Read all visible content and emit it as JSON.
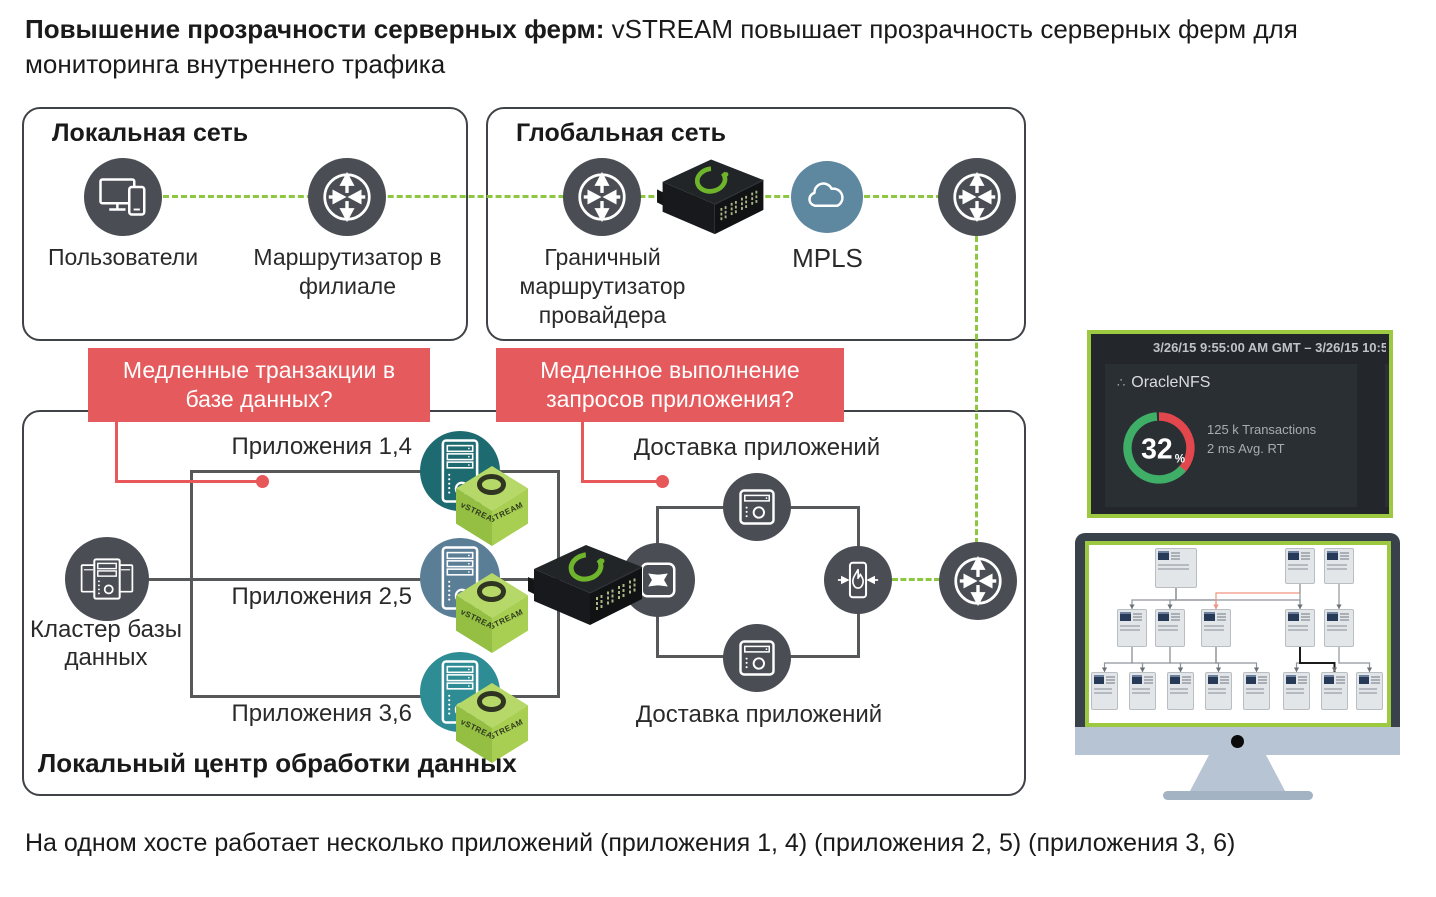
{
  "page": {
    "title_bold": "Повышение прозрачности серверных ферм:",
    "title_rest": "vSTREAM повышает прозрачность серверных ферм для",
    "title_line2": "мониторинга внутреннего трафика",
    "footer": "На одном хосте работает несколько приложений (приложения 1, 4) (приложения 2, 5) (приложения 3, 6)"
  },
  "lan": {
    "title": "Локальная сеть",
    "users_label": "Пользователи",
    "router_label": "Маршрутизатор в филиале"
  },
  "wan": {
    "title": "Глобальная сеть",
    "edge_router_label": "Граничный маршрутизатор провайдера",
    "mpls_label": "MPLS"
  },
  "callouts": {
    "db_question": "Медленные транзакции в базе данных?",
    "app_question": "Медленное выполнение запросов приложения?"
  },
  "datacenter": {
    "title": "Локальный центр обработки данных",
    "db_cluster_label": "Кластер базы данных",
    "apps": [
      "Приложения 1,4",
      "Приложения 2,5",
      "Приложения 3,6"
    ],
    "delivery_top_label": "Доставка приложений",
    "delivery_bottom_label": "Доставка приложений",
    "cube_label": "vSTREAM"
  },
  "dashboard": {
    "timestamp": "3/26/15 9:55:00 AM GMT – 3/26/15 10:5",
    "app_icon": "∴",
    "app_name": "OracleNFS",
    "gauge_value": "32",
    "gauge_unit": "%",
    "stat_line1": "125 k Transactions",
    "stat_line2": "2 ms Avg. RT"
  },
  "monitor_topology": {
    "rows": [
      3,
      5,
      8
    ],
    "connections": [
      [
        0,
        0,
        1,
        0
      ],
      [
        0,
        0,
        1,
        1
      ],
      [
        0,
        0,
        1,
        2
      ],
      [
        0,
        0,
        1,
        3
      ],
      [
        0,
        1,
        1,
        2,
        "red"
      ],
      [
        0,
        1,
        1,
        3
      ],
      [
        0,
        2,
        1,
        4
      ],
      [
        1,
        0,
        2,
        0
      ],
      [
        1,
        0,
        2,
        1
      ],
      [
        1,
        1,
        2,
        1
      ],
      [
        1,
        1,
        2,
        2
      ],
      [
        1,
        2,
        2,
        2
      ],
      [
        1,
        2,
        2,
        3
      ],
      [
        1,
        2,
        2,
        4
      ],
      [
        1,
        3,
        2,
        5
      ],
      [
        1,
        3,
        2,
        6,
        "bold"
      ],
      [
        1,
        4,
        2,
        7
      ]
    ]
  },
  "icons": {
    "users": "monitor-and-phone",
    "router": "cisco-router-arrows",
    "mpls": "cloud",
    "vstream_appliance": "black-box-green-ring",
    "app_server": "server-tower",
    "db_cluster": "three-server-towers",
    "switch": "crossed-arrows",
    "delivery_server": "server-box",
    "firewall": "flame-panel"
  },
  "colors": {
    "callout_red": "#e55a5c",
    "connector_red": "#e8575a",
    "dashed_green": "#8dc63f",
    "icon_gray": "#4a4e54",
    "teal_dark": "#1e6a71",
    "steel_blue": "#5b7e97",
    "teal_light": "#2e8c94",
    "mpls_blue": "#5e87a0",
    "lime": "#a6ce4f",
    "gauge_green": "#3fae67",
    "gauge_red": "#e3474e",
    "panel_border": "#9cc93f"
  }
}
